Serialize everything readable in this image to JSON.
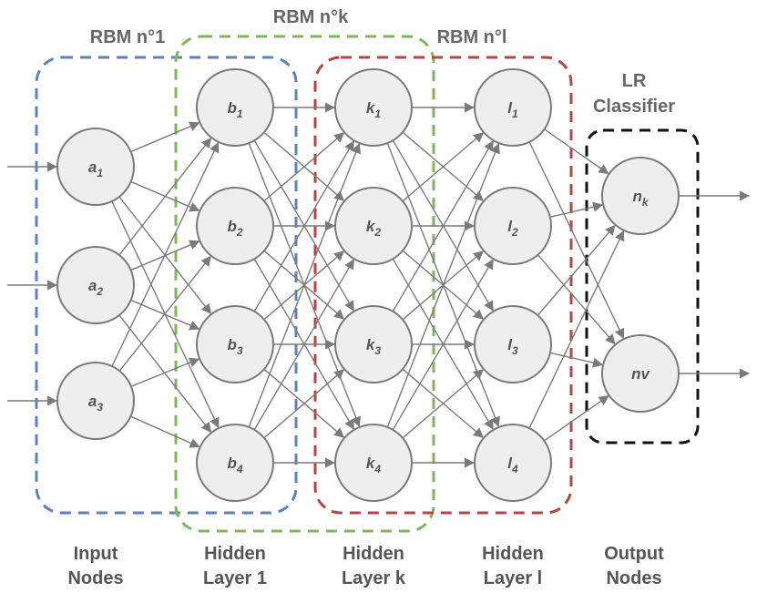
{
  "groups": {
    "rbm1": {
      "label": "RBM n°1",
      "color": "#5b82be"
    },
    "rbmk": {
      "label": "RBM n°k",
      "color": "#7fb65a"
    },
    "rbml": {
      "label": "RBM n°l",
      "color": "#b54545"
    },
    "lr": {
      "label_line1": "LR",
      "label_line2": "Classifier",
      "color": "#111111"
    }
  },
  "columns": {
    "input": {
      "line1": "Input",
      "line2": "Nodes"
    },
    "hidden1": {
      "line1": "Hidden",
      "line2": "Layer 1"
    },
    "hiddenk": {
      "line1": "Hidden",
      "line2": "Layer k"
    },
    "hiddenl": {
      "line1": "Hidden",
      "line2": "Layer l"
    },
    "output": {
      "line1": "Output",
      "line2": "Nodes"
    }
  },
  "nodes": {
    "input": [
      {
        "base": "a",
        "sub": "1"
      },
      {
        "base": "a",
        "sub": "2"
      },
      {
        "base": "a",
        "sub": "3"
      }
    ],
    "hidden1": [
      {
        "base": "b",
        "sub": "1"
      },
      {
        "base": "b",
        "sub": "2"
      },
      {
        "base": "b",
        "sub": "3"
      },
      {
        "base": "b",
        "sub": "4"
      }
    ],
    "hiddenk": [
      {
        "base": "k",
        "sub": "1"
      },
      {
        "base": "k",
        "sub": "2"
      },
      {
        "base": "k",
        "sub": "3"
      },
      {
        "base": "k",
        "sub": "4"
      }
    ],
    "hiddenl": [
      {
        "base": "l",
        "sub": "1"
      },
      {
        "base": "l",
        "sub": "2"
      },
      {
        "base": "l",
        "sub": "3"
      },
      {
        "base": "l",
        "sub": "4"
      }
    ],
    "output": [
      {
        "base": "n",
        "sub": "k"
      },
      {
        "base": "nv",
        "sub": ""
      }
    ]
  },
  "colors": {
    "edge": "#7a7a7a",
    "node_fill": "#eeeeee",
    "node_stroke": "#7a7a7a"
  }
}
